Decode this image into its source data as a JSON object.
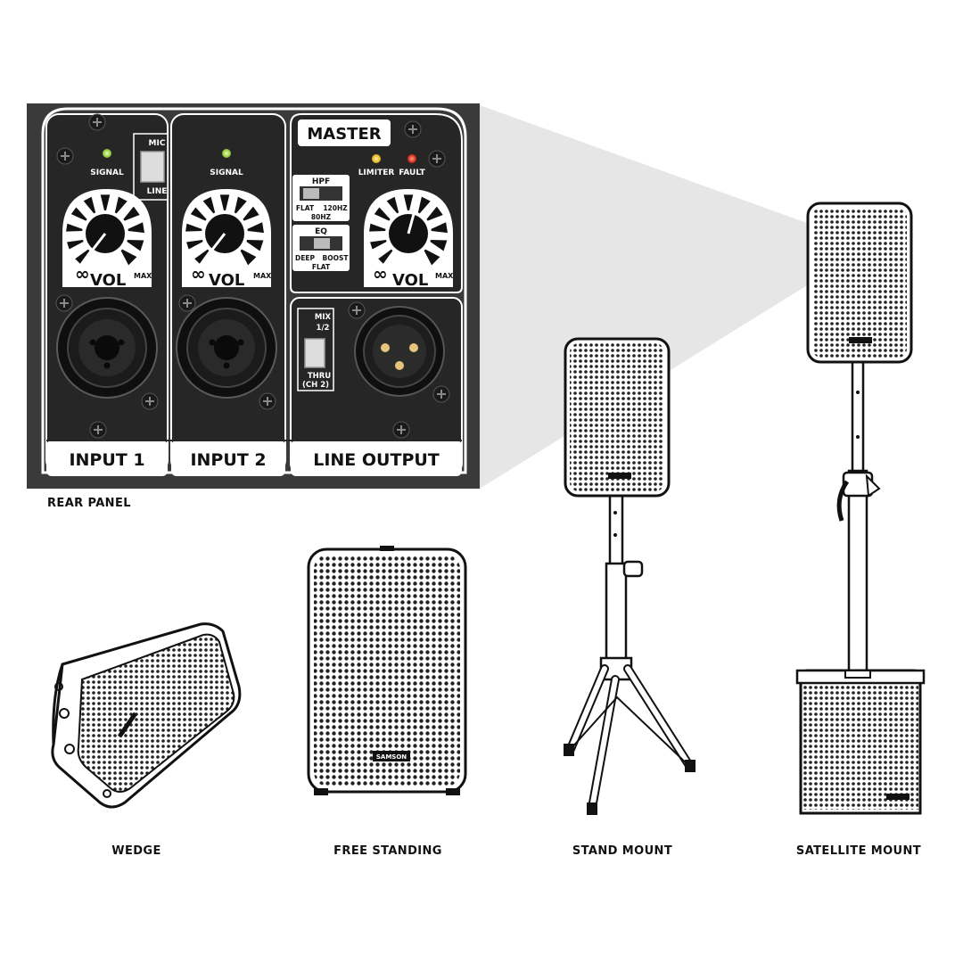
{
  "rear_panel": {
    "caption": "REAR PANEL",
    "input1": {
      "led": "SIGNAL",
      "switch_top": "MIC",
      "switch_bottom": "LINE",
      "vol": "VOL",
      "min": "∞",
      "max": "MAX",
      "footer": "INPUT 1"
    },
    "input2": {
      "led": "SIGNAL",
      "vol": "VOL",
      "min": "∞",
      "max": "MAX",
      "footer": "INPUT 2"
    },
    "master": {
      "title": "MASTER",
      "led_limiter": "LIMITER",
      "led_fault": "FAULT",
      "hpf": {
        "title": "HPF",
        "left": "FLAT",
        "right": "120HZ",
        "bottom": "80HZ"
      },
      "eq": {
        "title": "EQ",
        "left": "DEEP",
        "right": "BOOST",
        "bottom": "FLAT"
      },
      "vol": "VOL",
      "min": "∞",
      "max": "MAX"
    },
    "line_output": {
      "switch_top": "MIX",
      "switch_top2": "1/2",
      "switch_bottom": "THRU",
      "switch_bottom2": "(CH 2)",
      "footer": "LINE OUTPUT"
    }
  },
  "brand": "SAMSON",
  "captions": {
    "wedge": "WEDGE",
    "free_standing": "FREE STANDING",
    "stand_mount": "STAND MOUNT",
    "satellite_mount": "SATELLITE MOUNT"
  },
  "colors": {
    "panel": "#3a3a3a",
    "panel_dark": "#262626",
    "led_green": "#9dd64a",
    "led_yellow": "#f2c230",
    "led_red": "#e8321e"
  }
}
